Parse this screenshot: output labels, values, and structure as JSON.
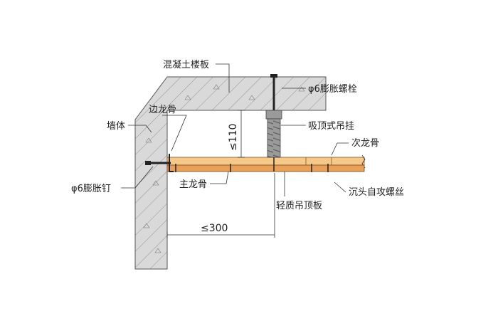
{
  "labels": {
    "concrete_slab": "混凝土楼板",
    "expansion_bolt": "φ6膨胀螺栓",
    "wall": "墙体",
    "edge_keel": "边龙骨",
    "ceiling_hanger": "吸顶式吊挂",
    "secondary_keel": "次龙骨",
    "expansion_nail": "φ6膨胀钉",
    "main_keel": "主龙骨",
    "light_ceiling_board": "轻质吊顶板",
    "countersunk_screw": "沉头自攻螺丝"
  },
  "dimensions": {
    "hanger_height": "≤110",
    "hanger_spacing": "≤300"
  },
  "colors": {
    "concrete": "#d9d9d9",
    "hanger": "#9a9a9a",
    "secondary_keel": "#f6c98a",
    "main_keel": "#e9a15a",
    "line": "#333333"
  }
}
